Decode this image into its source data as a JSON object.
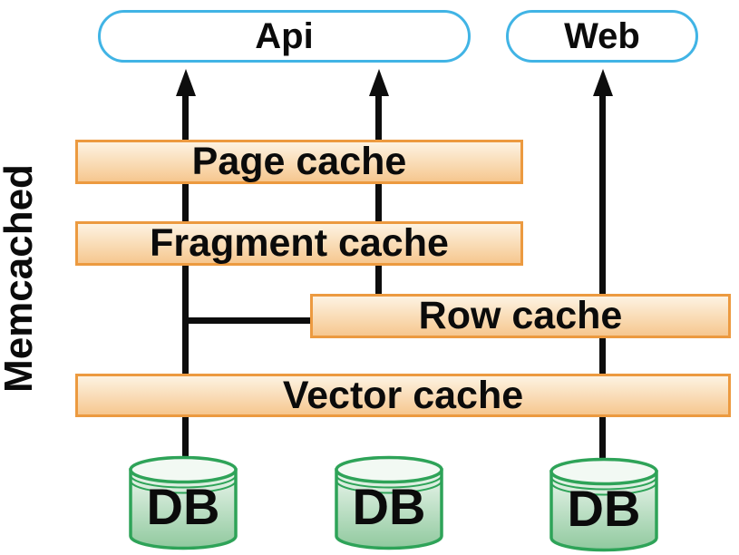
{
  "diagram": {
    "side_label": "Memcached",
    "top_nodes": [
      {
        "id": "api",
        "label": "Api"
      },
      {
        "id": "web",
        "label": "Web"
      }
    ],
    "caches": [
      {
        "id": "page-cache",
        "label": "Page cache"
      },
      {
        "id": "fragment-cache",
        "label": "Fragment cache"
      },
      {
        "id": "row-cache",
        "label": "Row cache"
      },
      {
        "id": "vector-cache",
        "label": "Vector cache"
      }
    ],
    "databases": [
      {
        "label": "DB"
      },
      {
        "label": "DB"
      },
      {
        "label": "DB"
      }
    ],
    "connections": [
      "db-left -> vector-cache -> fragment-cache -> page-cache -> api",
      "db-left branch -> row-cache",
      "row-cache -> api",
      "db-right -> vector-cache -> row-cache -> web"
    ],
    "colors": {
      "line": "#0d0d0d",
      "node_border": "#41b4e5",
      "cache_border": "#ec9a40",
      "cache_fill_top": "#fdf3e2",
      "cache_fill_bottom": "#f6c78f",
      "db_border": "#2ea358",
      "db_fill_top": "#edf7ef",
      "db_fill_bottom": "#90c99e",
      "db_top_fill": "#f2f9f3"
    }
  }
}
